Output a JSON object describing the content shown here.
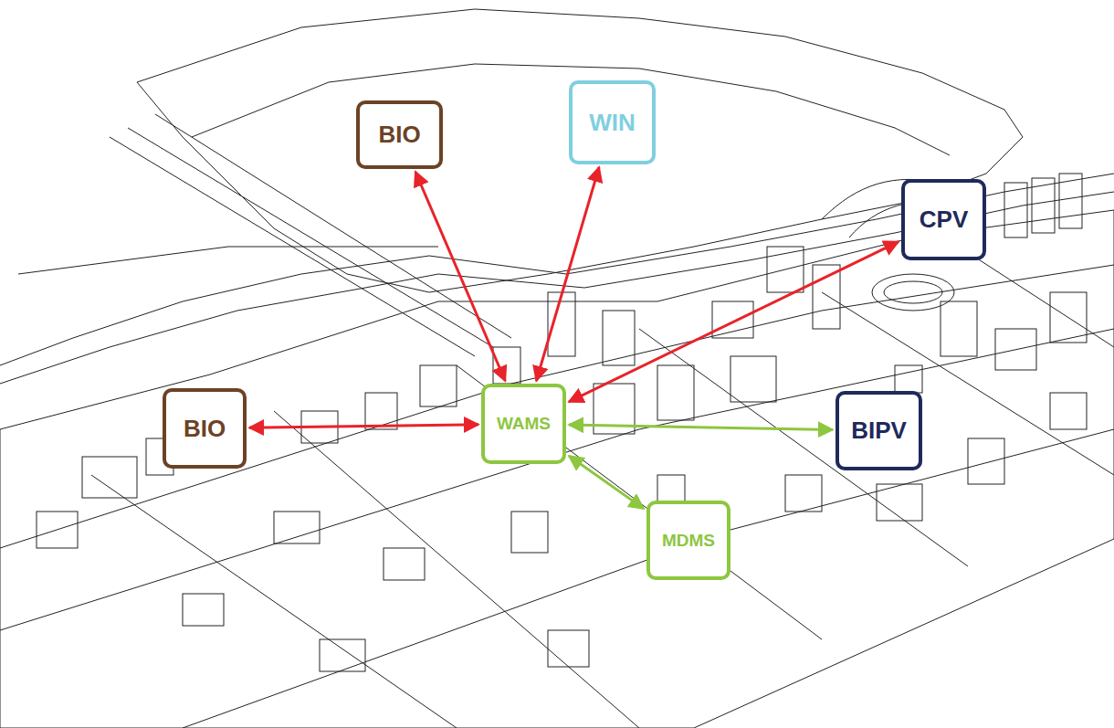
{
  "diagram": {
    "nodes": [
      {
        "text": [
          "BIO"
        ]
      },
      {
        "text": [
          "WIN"
        ]
      },
      {
        "text": [
          "CPV"
        ]
      },
      {
        "text": [
          "BIO"
        ]
      },
      {
        "text": [
          "WAMS"
        ]
      },
      {
        "text": [
          "BIPV"
        ]
      },
      {
        "text": [
          "MDMS"
        ]
      }
    ],
    "edges": [
      {
        "from": 4,
        "to": 0,
        "arrow": "both"
      },
      {
        "from": 4,
        "to": 1,
        "arrow": "both"
      },
      {
        "from": 4,
        "to": 2,
        "arrow": "both"
      },
      {
        "from": 4,
        "to": 3,
        "arrow": "both"
      },
      {
        "from": 4,
        "to": 5,
        "arrow": "both"
      },
      {
        "from": 4,
        "to": 6,
        "arrow": "both"
      }
    ]
  }
}
